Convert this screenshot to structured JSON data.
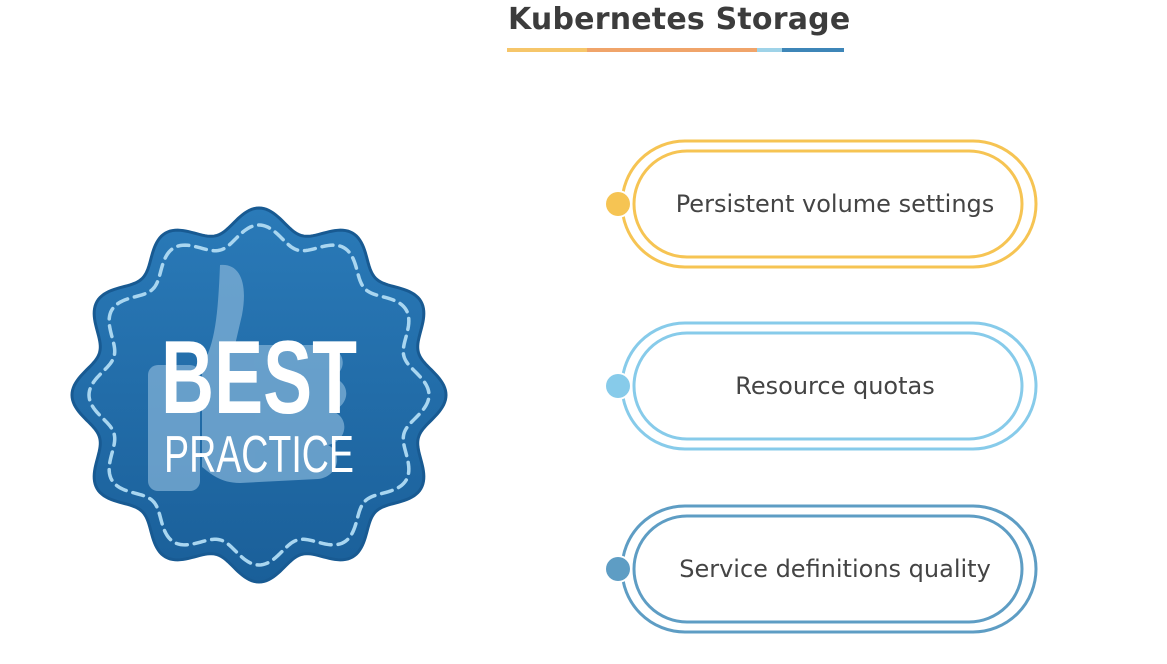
{
  "title": "Kubernetes Storage",
  "badge": {
    "line1": "BEST",
    "line2": "PRACTICE",
    "icon": "thumbs-up-icon"
  },
  "colors": {
    "badge_blue": "#1e6aa8",
    "yellow": "#f6c453",
    "light_blue": "#87cbea",
    "steel_blue": "#5e9dc4",
    "underline": [
      "#f6c66a",
      "#f0a46a",
      "#9fd3e8",
      "#3e86b8"
    ]
  },
  "items": [
    {
      "label": "Persistent volume settings",
      "color": "#f6c453"
    },
    {
      "label": "Resource quotas",
      "color": "#87cbea"
    },
    {
      "label": "Service definitions quality",
      "color": "#5e9dc4"
    }
  ]
}
